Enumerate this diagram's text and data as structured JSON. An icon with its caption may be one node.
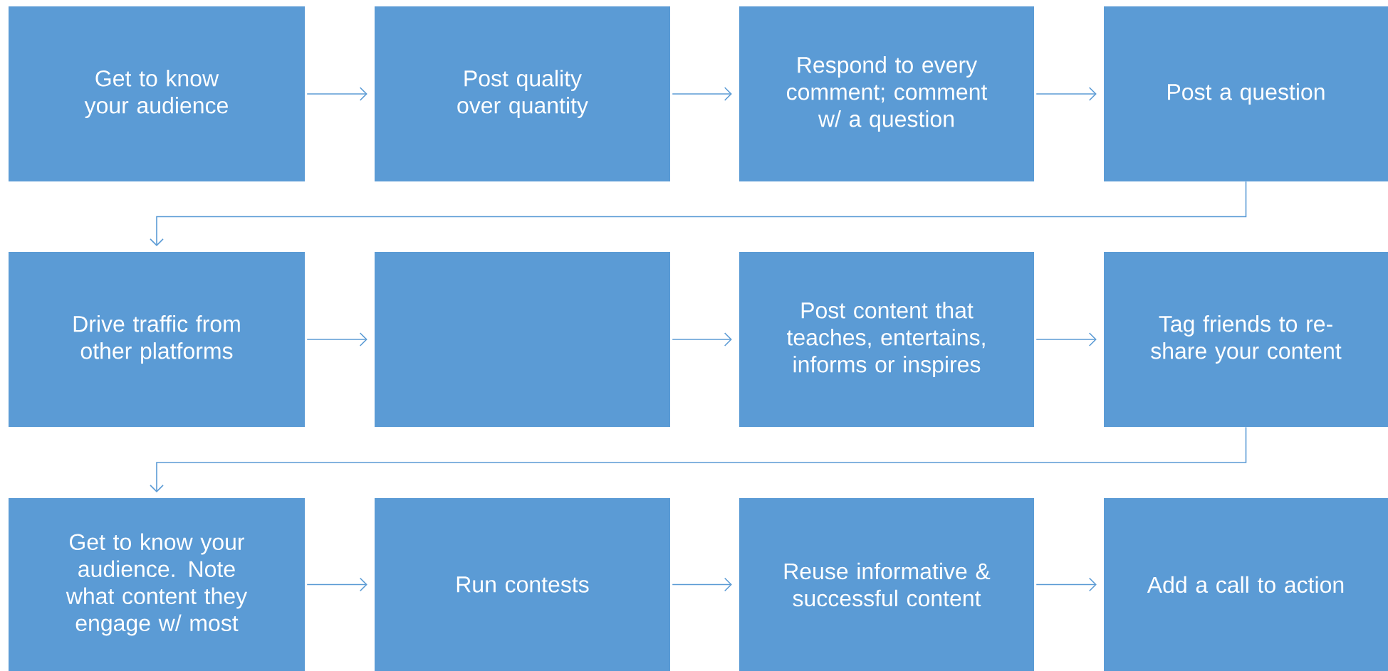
{
  "diagram": {
    "nodes": [
      {
        "text": [
          "Get to know your audience"
        ]
      },
      {
        "text": [
          "Post quality over quantity"
        ]
      },
      {
        "text": [
          "Respond to every comment; comment w/ a question"
        ]
      },
      {
        "text": [
          "Post a question"
        ]
      },
      {
        "text": [
          "Drive traffic from other platforms"
        ]
      },
      {
        "text": [],
        "shape": "box"
      },
      {
        "text": [
          "Post content that teaches, entertains, informs or inspires"
        ]
      },
      {
        "text": [
          "Tag friends to re-share your content"
        ]
      },
      {
        "text": [
          "Get to know your audience. Note what content they engage w/ most"
        ]
      },
      {
        "text": [
          "Run contests"
        ]
      },
      {
        "text": [
          "Reuse informative & successful content"
        ]
      },
      {
        "text": [
          "Add a call to action"
        ]
      }
    ],
    "edges": [
      {
        "from": 0,
        "to": 1,
        "arrow": "to"
      },
      {
        "from": 1,
        "to": 2,
        "arrow": "to"
      },
      {
        "from": 2,
        "to": 3,
        "arrow": "to"
      },
      {
        "from": 3,
        "to": 4,
        "arrow": "to"
      },
      {
        "from": 4,
        "to": 5,
        "arrow": "to"
      },
      {
        "from": 5,
        "to": 6,
        "arrow": "to"
      },
      {
        "from": 6,
        "to": 7,
        "arrow": "to"
      },
      {
        "from": 7,
        "to": 8,
        "arrow": "to"
      },
      {
        "from": 8,
        "to": 9,
        "arrow": "to"
      },
      {
        "from": 9,
        "to": 10,
        "arrow": "to"
      },
      {
        "from": 10,
        "to": 11,
        "arrow": "to"
      }
    ]
  }
}
